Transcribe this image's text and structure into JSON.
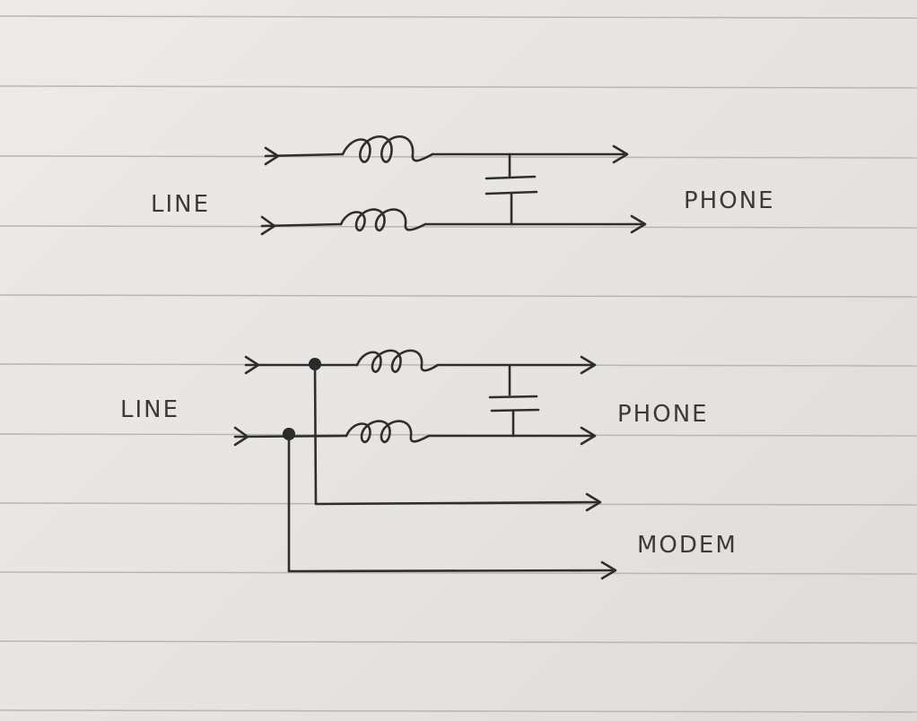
{
  "paper": {
    "background_color": "#e9e7e3",
    "rule_color": "#b8b6b2"
  },
  "diagrams": {
    "top": {
      "input_label": "LINE",
      "output_label": "PHONE"
    },
    "bottom": {
      "input_label": "LINE",
      "output_phone_label": "PHONE",
      "output_modem_label": "MODEM"
    }
  },
  "ink_color": "#2e2e2e"
}
